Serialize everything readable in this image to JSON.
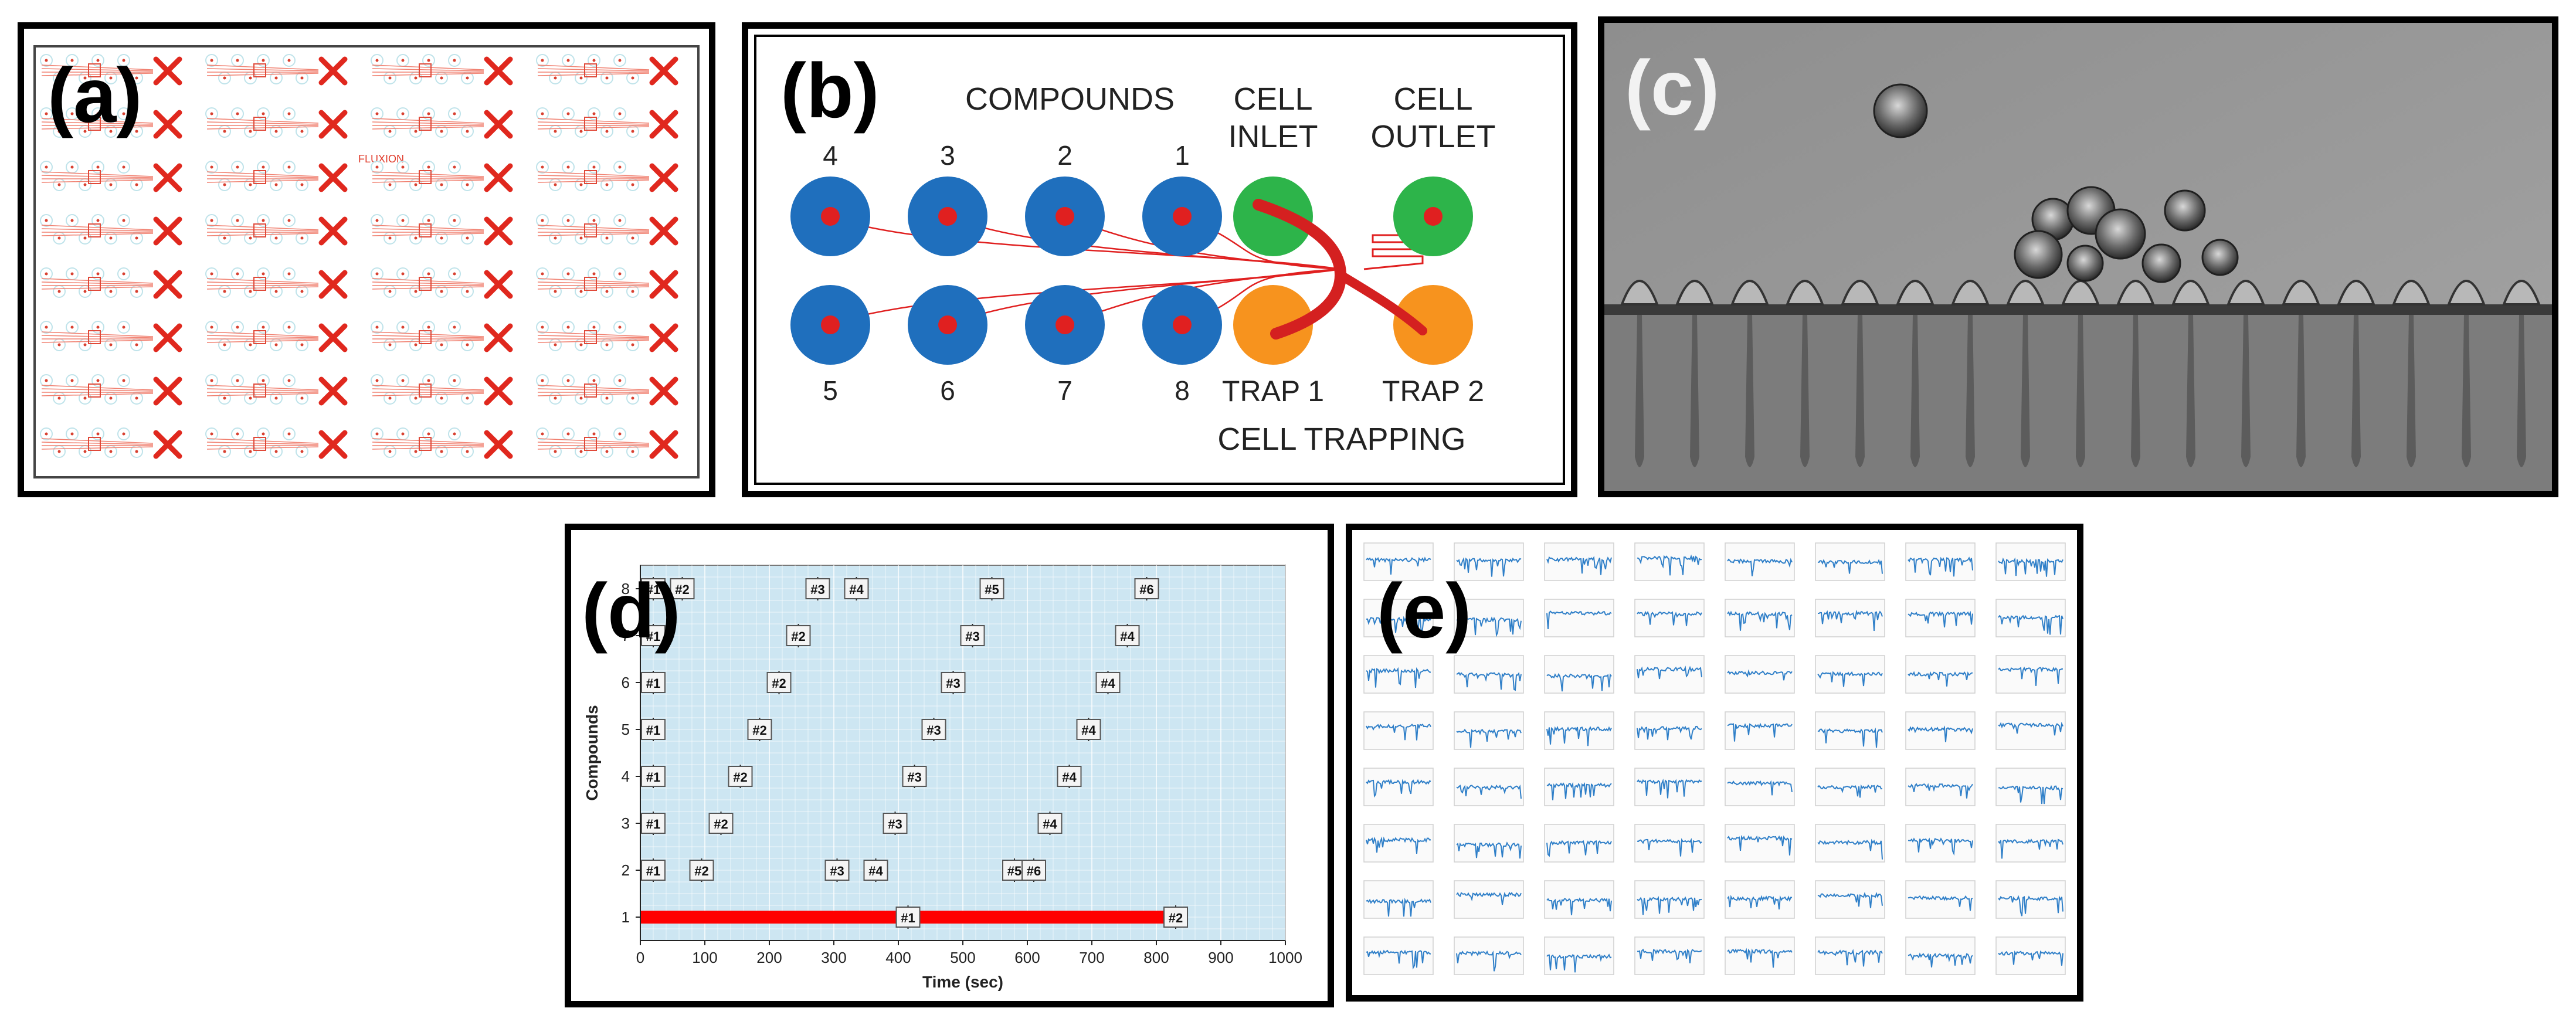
{
  "panels": {
    "a": {
      "label": "(a)",
      "chip_text": "FLUXION"
    },
    "b": {
      "label": "(b)",
      "compounds_title": "COMPOUNDS",
      "top_numbers": [
        "4",
        "3",
        "2",
        "1"
      ],
      "bottom_numbers": [
        "5",
        "6",
        "7",
        "8"
      ],
      "cell_inlet": "CELL\nINLET",
      "cell_inlet_l1": "CELL",
      "cell_inlet_l2": "INLET",
      "cell_outlet_l1": "CELL",
      "cell_outlet_l2": "OUTLET",
      "trap1": "TRAP 1",
      "trap2": "TRAP 2",
      "cell_trapping": "CELL TRAPPING",
      "colors": {
        "compound": "#1f6fbd",
        "inlet": "#2db44a",
        "trap": "#f7931e",
        "channel": "#e02020"
      }
    },
    "c": {
      "label": "(c)"
    },
    "d": {
      "label": "(d)"
    },
    "e": {
      "label": "(e)"
    }
  },
  "chart_data": {
    "type": "scatter",
    "xlabel": "Time (sec)",
    "ylabel": "Compounds",
    "xlim": [
      0,
      1000
    ],
    "ylim": [
      0.5,
      8.5
    ],
    "xticks": [
      "0",
      "100",
      "200",
      "300",
      "400",
      "500",
      "600",
      "700",
      "800",
      "900",
      "1000"
    ],
    "yticks": [
      "1",
      "2",
      "3",
      "4",
      "5",
      "6",
      "7",
      "8"
    ],
    "grid": true,
    "background": "#cde6f2",
    "bar": {
      "compound": 1,
      "start": 0,
      "end": 830,
      "color": "#ff0000"
    },
    "markers": [
      {
        "x": 20,
        "y": 8,
        "label": "#1"
      },
      {
        "x": 65,
        "y": 8,
        "label": "#2"
      },
      {
        "x": 275,
        "y": 8,
        "label": "#3"
      },
      {
        "x": 335,
        "y": 8,
        "label": "#4"
      },
      {
        "x": 545,
        "y": 8,
        "label": "#5"
      },
      {
        "x": 785,
        "y": 8,
        "label": "#6"
      },
      {
        "x": 20,
        "y": 7,
        "label": "#1"
      },
      {
        "x": 245,
        "y": 7,
        "label": "#2"
      },
      {
        "x": 515,
        "y": 7,
        "label": "#3"
      },
      {
        "x": 755,
        "y": 7,
        "label": "#4"
      },
      {
        "x": 20,
        "y": 6,
        "label": "#1"
      },
      {
        "x": 215,
        "y": 6,
        "label": "#2"
      },
      {
        "x": 485,
        "y": 6,
        "label": "#3"
      },
      {
        "x": 725,
        "y": 6,
        "label": "#4"
      },
      {
        "x": 20,
        "y": 5,
        "label": "#1"
      },
      {
        "x": 185,
        "y": 5,
        "label": "#2"
      },
      {
        "x": 455,
        "y": 5,
        "label": "#3"
      },
      {
        "x": 695,
        "y": 5,
        "label": "#4"
      },
      {
        "x": 20,
        "y": 4,
        "label": "#1"
      },
      {
        "x": 155,
        "y": 4,
        "label": "#2"
      },
      {
        "x": 425,
        "y": 4,
        "label": "#3"
      },
      {
        "x": 665,
        "y": 4,
        "label": "#4"
      },
      {
        "x": 20,
        "y": 3,
        "label": "#1"
      },
      {
        "x": 125,
        "y": 3,
        "label": "#2"
      },
      {
        "x": 395,
        "y": 3,
        "label": "#3"
      },
      {
        "x": 635,
        "y": 3,
        "label": "#4"
      },
      {
        "x": 20,
        "y": 2,
        "label": "#1"
      },
      {
        "x": 95,
        "y": 2,
        "label": "#2"
      },
      {
        "x": 305,
        "y": 2,
        "label": "#3"
      },
      {
        "x": 365,
        "y": 2,
        "label": "#4"
      },
      {
        "x": 580,
        "y": 2,
        "label": "#5"
      },
      {
        "x": 610,
        "y": 2,
        "label": "#6"
      },
      {
        "x": 415,
        "y": 1,
        "label": "#1"
      },
      {
        "x": 830,
        "y": 1,
        "label": "#2"
      }
    ]
  }
}
